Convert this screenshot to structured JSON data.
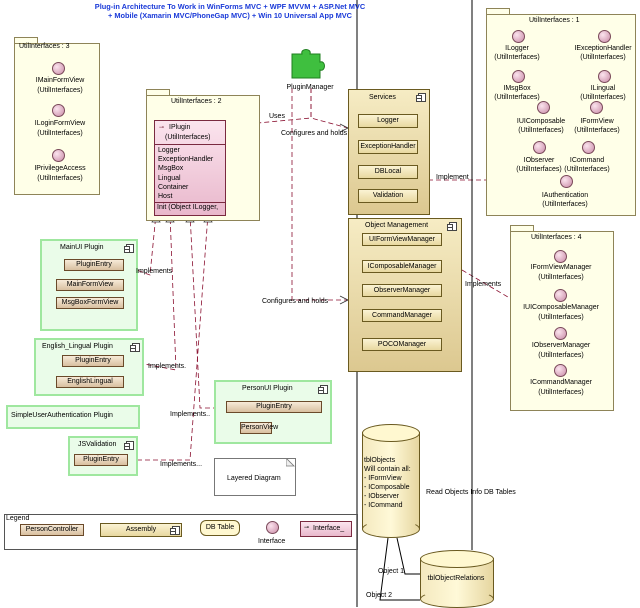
{
  "title_lines": [
    "Plug-in Architecture To Work in WinForms MVC + WPF MVVM + ASP.Net MVC",
    "+ Mobile (Xamarin MVC/PhoneGap MVC) +  Win 10 Universal App MVC"
  ],
  "util3": {
    "label": "UtilInterfaces : 3",
    "items": [
      {
        "name": "IMainFormView",
        "pkg": "(UtilInterfaces)"
      },
      {
        "name": "ILoginFormView",
        "pkg": "(UtilInterfaces)"
      },
      {
        "name": "IPrivilegeAccess",
        "pkg": "(UtilInterfaces)"
      }
    ]
  },
  "util2": {
    "label": "UtilInterfaces : 2",
    "iface_name": "IPlugin",
    "iface_pkg": "(UtilInterfaces)",
    "members": [
      "Logger",
      "ExceptionHandler",
      "MsgBox",
      "Lingual",
      "Container",
      "Host"
    ],
    "method": "Init (Object ILogger,"
  },
  "util1": {
    "label": "UtilInterfaces : 1",
    "items": [
      {
        "name": "ILogger",
        "pkg": "(UtilInterfaces)"
      },
      {
        "name": "IExceptionHandler",
        "pkg": "(UtilInterfaces)"
      },
      {
        "name": "IMsgBox",
        "pkg": "(UtilInterfaces)"
      },
      {
        "name": "ILingual",
        "pkg": "(UtilInterfaces)"
      },
      {
        "name": "IUIComposable",
        "pkg": "(UtilInterfaces)"
      },
      {
        "name": "IFormView",
        "pkg": "(UtilInterfaces)"
      },
      {
        "name": "IObserver",
        "pkg": "(UtilInterfaces)"
      },
      {
        "name": "ICommand",
        "pkg": "(UtilInterfaces)"
      },
      {
        "name": "IAuthentication",
        "pkg": "(UtilInterfaces)"
      }
    ]
  },
  "util4": {
    "label": "UtilInterfaces : 4",
    "items": [
      {
        "name": "IFormViewManager",
        "pkg": "(UtilInterfaces)"
      },
      {
        "name": "IUIComposableManager",
        "pkg": "(UtilInterfaces)"
      },
      {
        "name": "IObserverManager",
        "pkg": "(UtilInterfaces)"
      },
      {
        "name": "ICommandManager",
        "pkg": "(UtilInterfaces)"
      }
    ]
  },
  "plugin_manager": "PluginManager",
  "services": {
    "label": "Services",
    "items": [
      "Logger",
      "ExceptionHandler",
      "DBLocal",
      "Validation"
    ]
  },
  "object_mgmt": {
    "label": "Object Management",
    "items": [
      "UIFormViewManager",
      "IComposableManager",
      "ObserverManager",
      "CommandManager",
      "POCOManager"
    ]
  },
  "plugins": {
    "mainui": {
      "label": "MainUI Plugin",
      "items": [
        "PluginEntry",
        "MainFormView",
        "MsgBoxFormView"
      ]
    },
    "english": {
      "label": "English_Lingual Plugin",
      "items": [
        "PluginEntry",
        "EnglishLingual"
      ]
    },
    "simpleauth": {
      "label": "SimpleUserAuthentication Plugin"
    },
    "jsval": {
      "label": "JSValidation",
      "items": [
        "PluginEntry"
      ]
    },
    "personui": {
      "label": "PersonUI Plugin",
      "items": [
        "PluginEntry",
        "PersonView"
      ]
    }
  },
  "connectors": {
    "uses": "Uses",
    "configures_top": "Configures and holds",
    "configures_mid": "Configures and holds",
    "implement": "Implement",
    "implements_right": "Implements",
    "impl1": "Implements",
    "impl2": "Implements.",
    "impl3": "Implements..",
    "impl4": "Implements...",
    "read_db": "Read Objects Info DB Tables",
    "object1": "Object 1",
    "object2": "Object 2"
  },
  "note": "Layered Diagram",
  "db_objects": {
    "name": "tblObjects",
    "lines": [
      "Will contain all:",
      "- IFormView",
      "- IComposable",
      "- IObserver",
      "- ICommand"
    ]
  },
  "db_relations": "tblObjectRelations",
  "legend": {
    "label": "Legend",
    "items": [
      "PersonController",
      "Assembly",
      "DB Table",
      "Interface",
      "Interface_"
    ]
  }
}
